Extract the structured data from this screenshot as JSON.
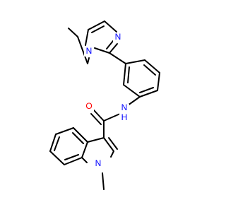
{
  "molecule": {
    "atoms": {
      "n_ethyl": {
        "symbol": "N",
        "color": "#0000ff"
      },
      "n_imine": {
        "symbol": "N",
        "color": "#0000ff"
      },
      "n_amide": {
        "symbol": "N",
        "color": "#0000ff",
        "attached_h": "H"
      },
      "o_carbonyl": {
        "symbol": "O",
        "color": "#ff0000"
      },
      "n_indole": {
        "symbol": "N",
        "color": "#0000ff"
      }
    },
    "bond_color": "#000000"
  }
}
